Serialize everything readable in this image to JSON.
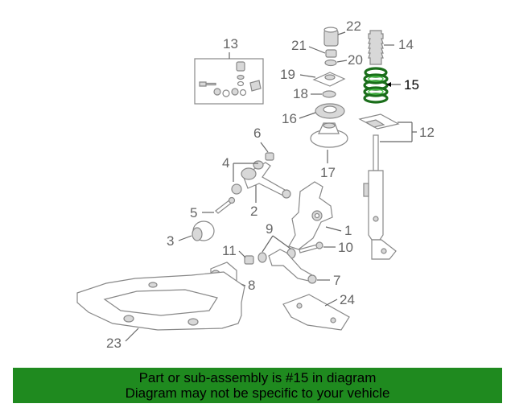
{
  "callouts": {
    "c1": "1",
    "c2": "2",
    "c3": "3",
    "c4": "4",
    "c5": "5",
    "c6": "6",
    "c7": "7",
    "c8": "8",
    "c9": "9",
    "c10": "10",
    "c11": "11",
    "c12": "12",
    "c13": "13",
    "c14": "14",
    "c15": "15",
    "c16": "16",
    "c17": "17",
    "c18": "18",
    "c19": "19",
    "c20": "20",
    "c21": "21",
    "c22": "22",
    "c23": "23",
    "c24": "24"
  },
  "highlighted_part": "15",
  "colors": {
    "banner_bg": "#1f8a1f",
    "highlight_part": "#1a6e1a",
    "line_art": "#888888"
  },
  "banner": {
    "line1": "Part or sub-assembly is #15 in diagram",
    "line2": "Diagram may not be specific to your vehicle"
  }
}
